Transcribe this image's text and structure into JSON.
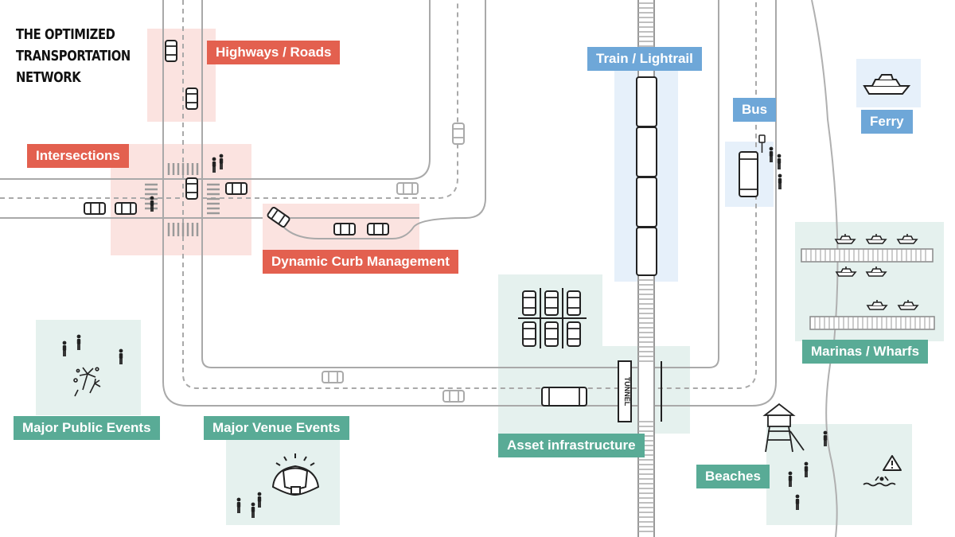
{
  "title": "THE OPTIMIZED TRANSPORTATION NETWORK",
  "labels": {
    "highways": "Highways / Roads",
    "intersections": "Intersections",
    "curb": "Dynamic Curb Management",
    "train": "Train / Lightrail",
    "bus": "Bus",
    "ferry": "Ferry",
    "marinas": "Marinas / Wharfs",
    "public_events": "Major Public Events",
    "venue_events": "Major Venue Events",
    "asset": "Asset infrastructure",
    "beaches": "Beaches",
    "tunnel": "TUNNEL"
  },
  "colors": {
    "red": "#e3604f",
    "blue": "#6ea7d8",
    "green": "#59ab96",
    "red_zone": "#fbe3e0",
    "blue_zone": "#e6f0fa",
    "green_zone": "#e5f1ee",
    "road": "#a9a9a9",
    "icon": "#222222"
  },
  "icons": [
    "car-icon",
    "train-car-icon",
    "bus-icon",
    "ferry-icon",
    "boat-icon",
    "pedestrian-icon",
    "fireworks-icon",
    "stadium-icon",
    "lifeguard-tower-icon",
    "warning-icon",
    "swimmer-icon",
    "parking-icon",
    "bus-stop-sign-icon"
  ]
}
